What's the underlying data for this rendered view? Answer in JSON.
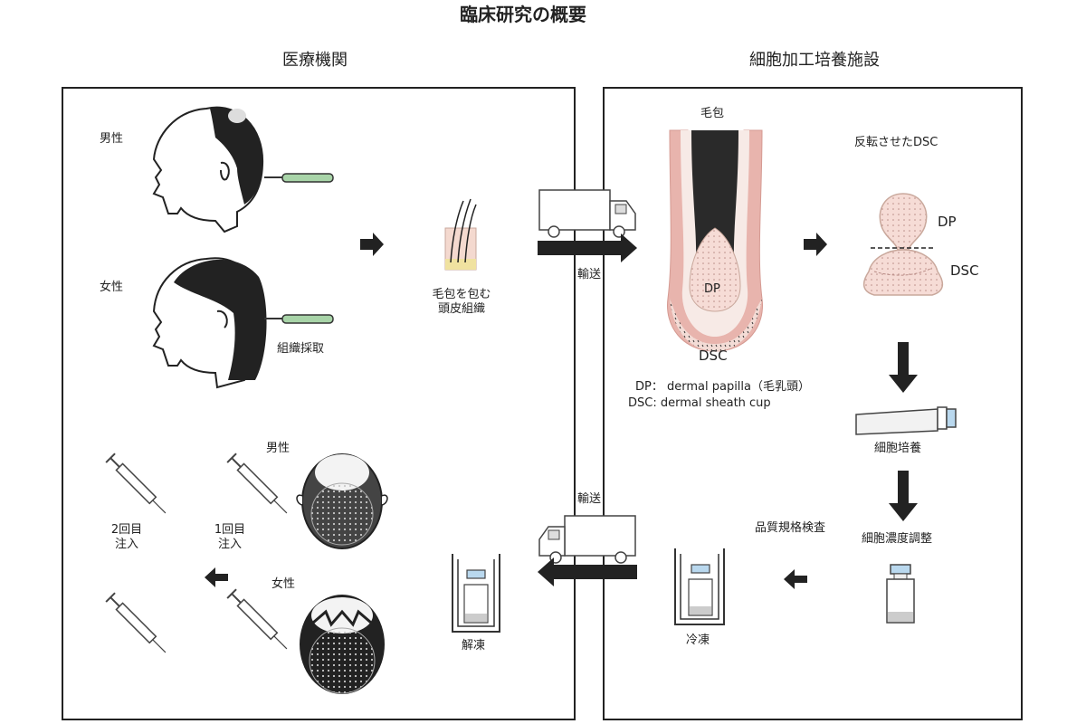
{
  "title": "臨床研究の概要",
  "left_panel": {
    "heading": "医療機関",
    "male_label": "男性",
    "female_label": "女性",
    "collection_label": "組織採取",
    "tissue_label_1": "毛包を包む",
    "tissue_label_2": "頭皮組織",
    "top_male_label": "男性",
    "top_female_label": "女性",
    "first_injection_1": "1回目",
    "first_injection_2": "注入",
    "second_injection_1": "2回目",
    "second_injection_2": "注入",
    "thaw_label": "解凍"
  },
  "right_panel": {
    "heading": "細胞加工培養施設",
    "follicle_label": "毛包",
    "follicle_dp": "DP",
    "follicle_dsc": "DSC",
    "inverted_label": "反転させたDSC",
    "inv_dp": "DP",
    "inv_dsc": "DSC",
    "def_dp": "DP： dermal papilla（毛乳頭）",
    "def_dsc": "DSC:  dermal sheath cup",
    "culture_label": "細胞培養",
    "concentration_label": "細胞濃度調整",
    "quality_label": "品質規格検査",
    "freeze_label": "冷凍"
  },
  "transport": {
    "top_label": "輸送",
    "bottom_label": "輸送"
  }
}
